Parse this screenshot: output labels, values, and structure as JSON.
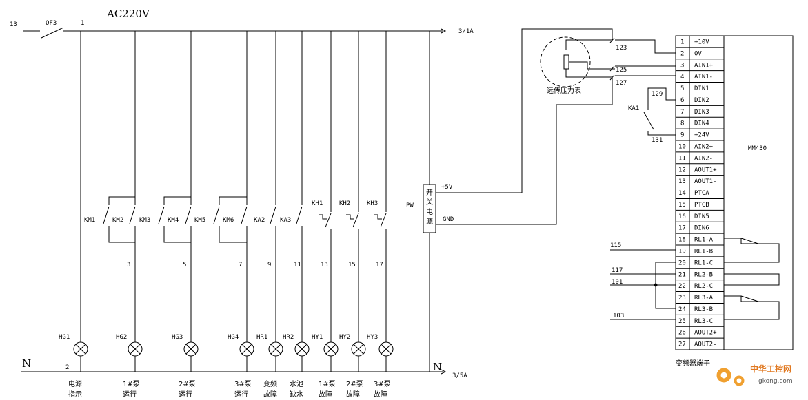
{
  "supply": {
    "voltage": "AC220V",
    "breaker": "QF3",
    "source_wire": "13",
    "wire_1": "1",
    "line_ref_top": "3/1A",
    "neutral_left": "N",
    "neutral_right": "N",
    "wire_2": "2",
    "line_ref_bottom": "3/5A"
  },
  "contacts": {
    "top_labels": [
      "KM1",
      "KM2",
      "KM3",
      "KM4",
      "KM5",
      "KM6",
      "KA2",
      "KA3",
      "PW"
    ],
    "thermal_labels": [
      "KH1",
      "KH2",
      "KH3"
    ],
    "wire_numbers": [
      "3",
      "5",
      "7",
      "9",
      "11",
      "13",
      "15",
      "17"
    ]
  },
  "lamps": {
    "labels": [
      "HG1",
      "HG2",
      "HG3",
      "HG4",
      "HR1",
      "HR2",
      "HY1",
      "HY2",
      "HY3"
    ],
    "captions": [
      [
        "电源",
        "指示"
      ],
      [
        "1#泵",
        "运行"
      ],
      [
        "2#泵",
        "运行"
      ],
      [
        "3#泵",
        "运行"
      ],
      [
        "变频",
        "故障"
      ],
      [
        "水池",
        "缺水"
      ],
      [
        "1#泵",
        "故障"
      ],
      [
        "2#泵",
        "故障"
      ],
      [
        "3#泵",
        "故障"
      ]
    ]
  },
  "power_supply": {
    "label": "开关电源",
    "plus": "+5V",
    "gnd": "GND"
  },
  "gauge": {
    "label": "远传压力表",
    "wires": [
      "123",
      "125",
      "127"
    ]
  },
  "relay": {
    "label": "KA1",
    "wires": [
      "129",
      "131"
    ]
  },
  "vfd": {
    "model": "MM430",
    "caption": "变频器端子",
    "terminals": [
      {
        "num": "1",
        "name": "+10V"
      },
      {
        "num": "2",
        "name": "0V"
      },
      {
        "num": "3",
        "name": "AIN1+"
      },
      {
        "num": "4",
        "name": "AIN1-"
      },
      {
        "num": "5",
        "name": "DIN1"
      },
      {
        "num": "6",
        "name": "DIN2"
      },
      {
        "num": "7",
        "name": "DIN3"
      },
      {
        "num": "8",
        "name": "DIN4"
      },
      {
        "num": "9",
        "name": "+24V"
      },
      {
        "num": "10",
        "name": "AIN2+"
      },
      {
        "num": "11",
        "name": "AIN2-"
      },
      {
        "num": "12",
        "name": "AOUT1+"
      },
      {
        "num": "13",
        "name": "AOUT1-"
      },
      {
        "num": "14",
        "name": "PTCA"
      },
      {
        "num": "15",
        "name": "PTCB"
      },
      {
        "num": "16",
        "name": "DIN5"
      },
      {
        "num": "17",
        "name": "DIN6"
      },
      {
        "num": "18",
        "name": "RL1-A"
      },
      {
        "num": "19",
        "name": "RL1-B"
      },
      {
        "num": "20",
        "name": "RL1-C"
      },
      {
        "num": "21",
        "name": "RL2-B"
      },
      {
        "num": "22",
        "name": "RL2-C"
      },
      {
        "num": "23",
        "name": "RL3-A"
      },
      {
        "num": "24",
        "name": "RL3-B"
      },
      {
        "num": "25",
        "name": "RL3-C"
      },
      {
        "num": "26",
        "name": "AOUT2+"
      },
      {
        "num": "27",
        "name": "AOUT2-"
      }
    ],
    "ext_wires": [
      "115",
      "117",
      "101",
      "103"
    ]
  },
  "watermark": {
    "title": "中华工控网",
    "url": "gkong.com"
  }
}
